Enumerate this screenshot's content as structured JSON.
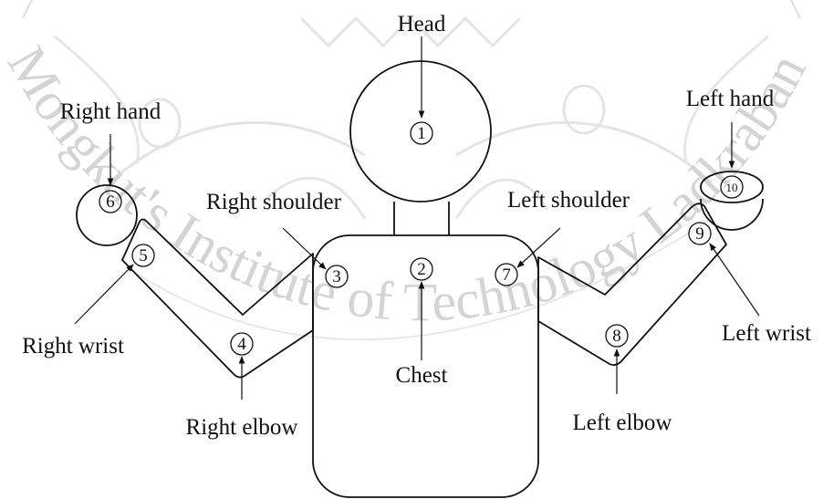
{
  "figure": {
    "labels": {
      "head": "Head",
      "right_hand": "Right hand",
      "left_hand": "Left hand",
      "right_shoulder": "Right shoulder",
      "left_shoulder": "Left shoulder",
      "right_wrist": "Right wrist",
      "left_wrist": "Left wrist",
      "chest": "Chest",
      "right_elbow": "Right elbow",
      "left_elbow": "Left elbow"
    },
    "joints": {
      "head": "1",
      "chest": "2",
      "right_shoulder": "3",
      "right_elbow": "4",
      "right_wrist": "5",
      "right_hand": "6",
      "left_shoulder": "7",
      "left_elbow": "8",
      "left_wrist": "9",
      "left_hand": "10"
    }
  },
  "watermark": {
    "text": "Mongkut's Institute of Technology Ladkrabang",
    "color": "#d4d4d4"
  }
}
